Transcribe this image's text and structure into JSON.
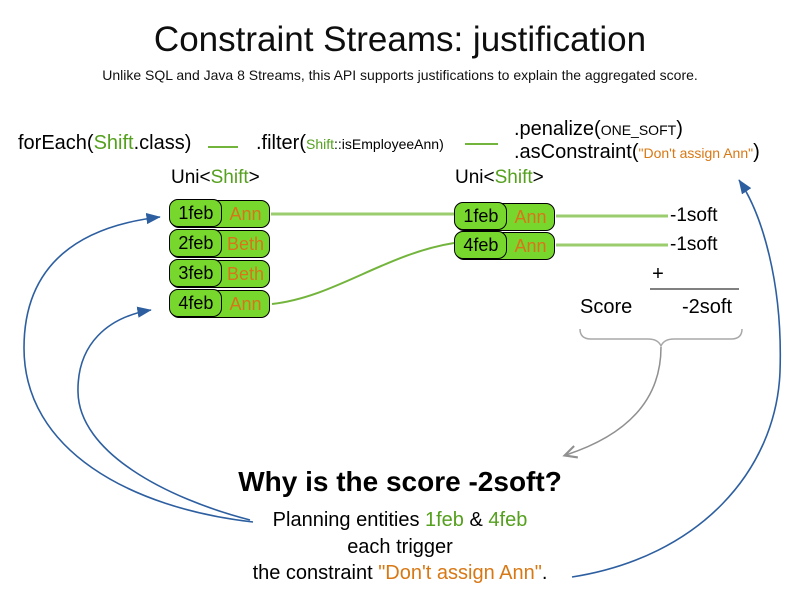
{
  "title": "Constraint Streams: justification",
  "subtitle": "Unlike SQL and Java 8 Streams, this API supports justifications to explain the aggregated score.",
  "pipeline": {
    "foreach_pre": "forEach(",
    "foreach_class": "Shift",
    "foreach_post": ".class)",
    "filter_pre": ".filter(",
    "filter_class": "Shift",
    "filter_post": "::isEmployeeAnn)",
    "penalize_pre": ".penalize(",
    "penalize_arg": "ONE_SOFT",
    "penalize_post": ")",
    "asconstraint_pre": ".asConstraint(",
    "asconstraint_arg": "\"Don't assign Ann\"",
    "asconstraint_post": ")"
  },
  "uni_left": {
    "pre": "Uni<",
    "type": "Shift",
    "post": ">"
  },
  "uni_right": {
    "pre": "Uni<",
    "type": "Shift",
    "post": ">"
  },
  "left_table": {
    "rows": [
      {
        "date": "1feb",
        "employee": "Ann"
      },
      {
        "date": "2feb",
        "employee": "Beth"
      },
      {
        "date": "3feb",
        "employee": "Beth"
      },
      {
        "date": "4feb",
        "employee": "Ann"
      }
    ]
  },
  "right_table": {
    "rows": [
      {
        "date": "1feb",
        "employee": "Ann"
      },
      {
        "date": "4feb",
        "employee": "Ann"
      }
    ]
  },
  "scores": {
    "match1": "-1soft",
    "match2": "-1soft",
    "plus": "+",
    "label": "Score",
    "total": "-2soft"
  },
  "why": {
    "heading": "Why is the score -2soft?",
    "l1_pre": "Planning entities ",
    "l1_e1": "1feb",
    "l1_mid": " & ",
    "l1_e2": "4feb",
    "l2": "each trigger",
    "l3_pre": "the constraint ",
    "l3_constraint": "\"Don't assign Ann\"",
    "l3_post": "."
  },
  "colors": {
    "green_text": "#55a01e",
    "green_fill": "#78d72d",
    "orange_text": "#d87814",
    "blue_arrow": "#2d5fa0",
    "gray_arrow": "#909090",
    "light_green_line": "#9bcd6e",
    "green_line": "#72b43c"
  }
}
